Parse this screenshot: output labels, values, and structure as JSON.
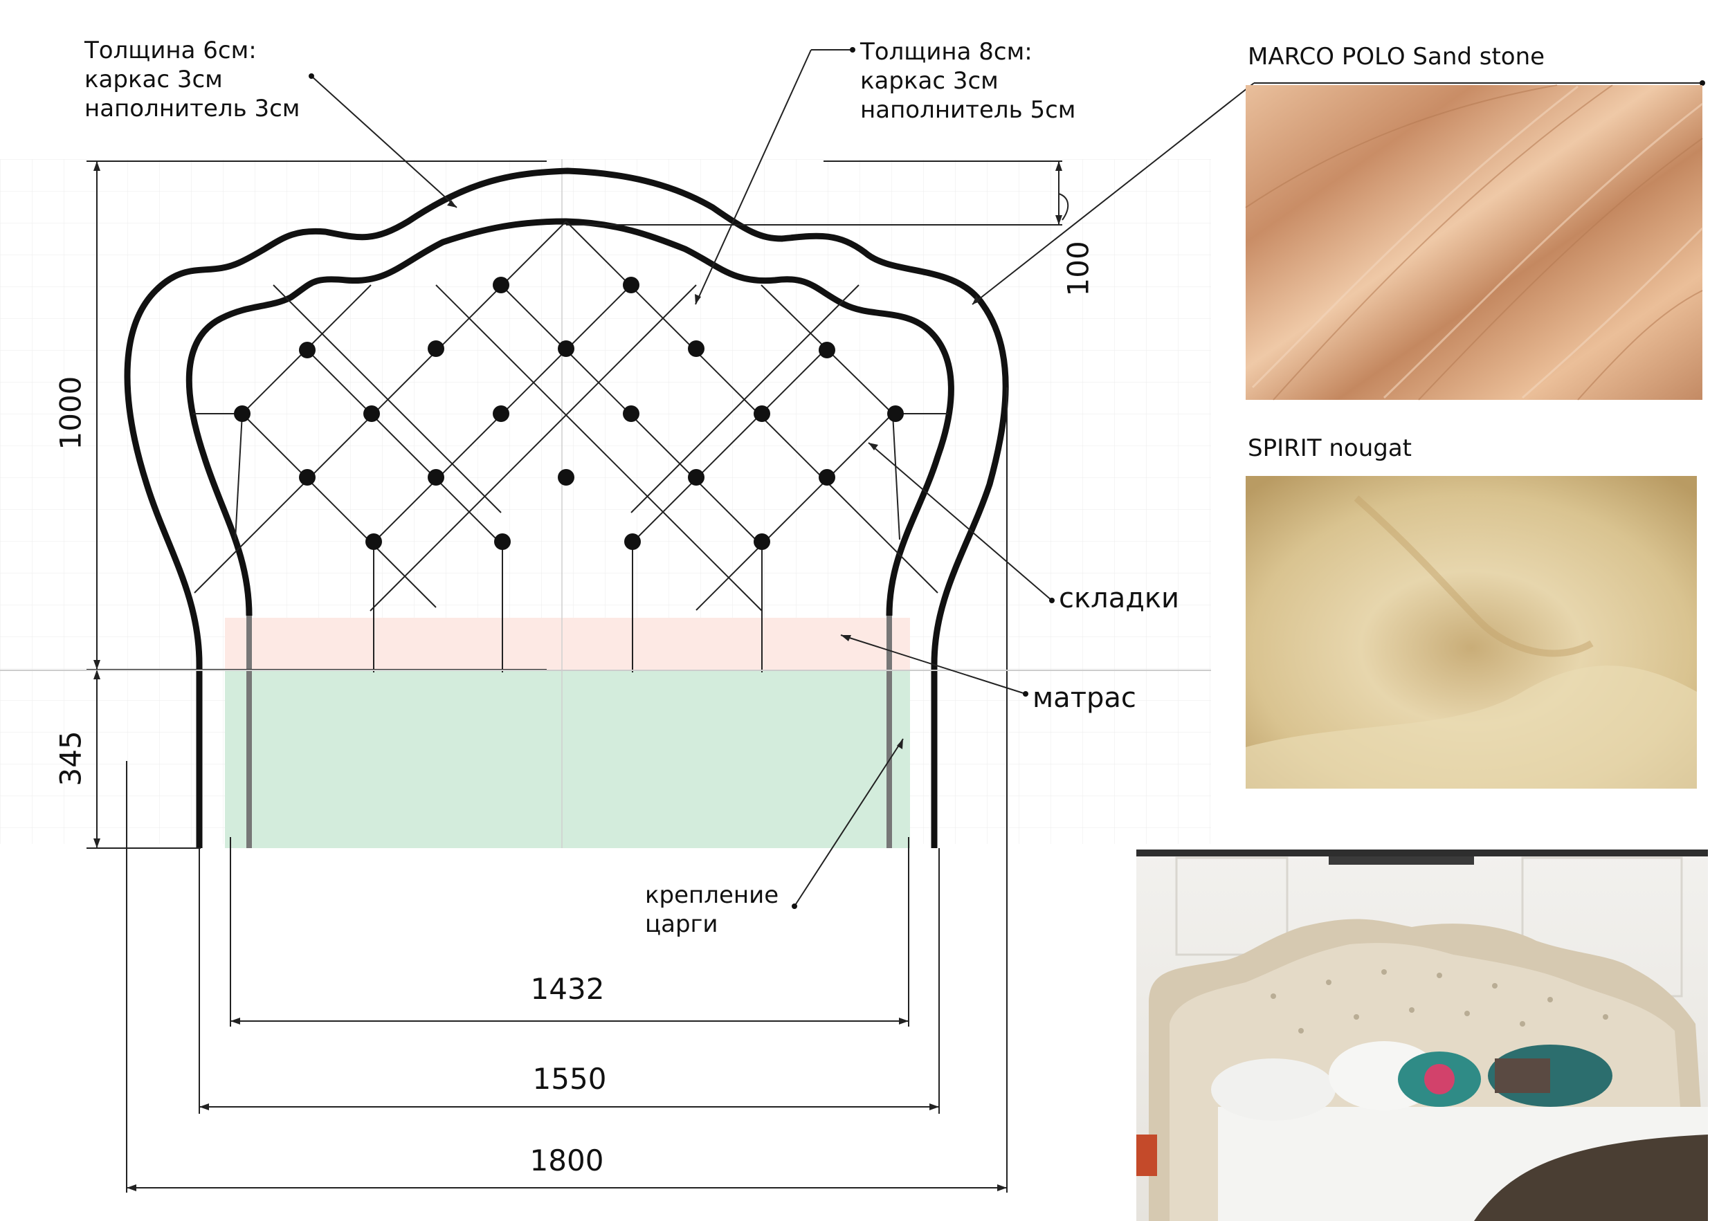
{
  "callouts": {
    "thickness_outer": [
      "Толщина 6см:",
      "каркас 3см",
      "наполнитель 3см"
    ],
    "thickness_inner": [
      "Толщина 8см:",
      "каркас 3см",
      "наполнитель 5см"
    ],
    "folds": "складки",
    "mattress": "матрас",
    "rail_mount": [
      "крепление",
      "царги"
    ]
  },
  "dimensions": {
    "height_total": "1000",
    "leg_height": "345",
    "top_offset": "100",
    "inner_width": "1432",
    "mid_width": "1550",
    "outer_width": "1800"
  },
  "materials": [
    {
      "name": "MARCO POLO Sand stone",
      "color": "#d9a57f"
    },
    {
      "name": "SPIRIT nougat",
      "color": "#ddc99a"
    }
  ],
  "colors": {
    "mattress_upper": "#fde9e4",
    "mattress_lower": "#d3ecdc",
    "line": "#111111",
    "grid": "#e6e6e6"
  }
}
